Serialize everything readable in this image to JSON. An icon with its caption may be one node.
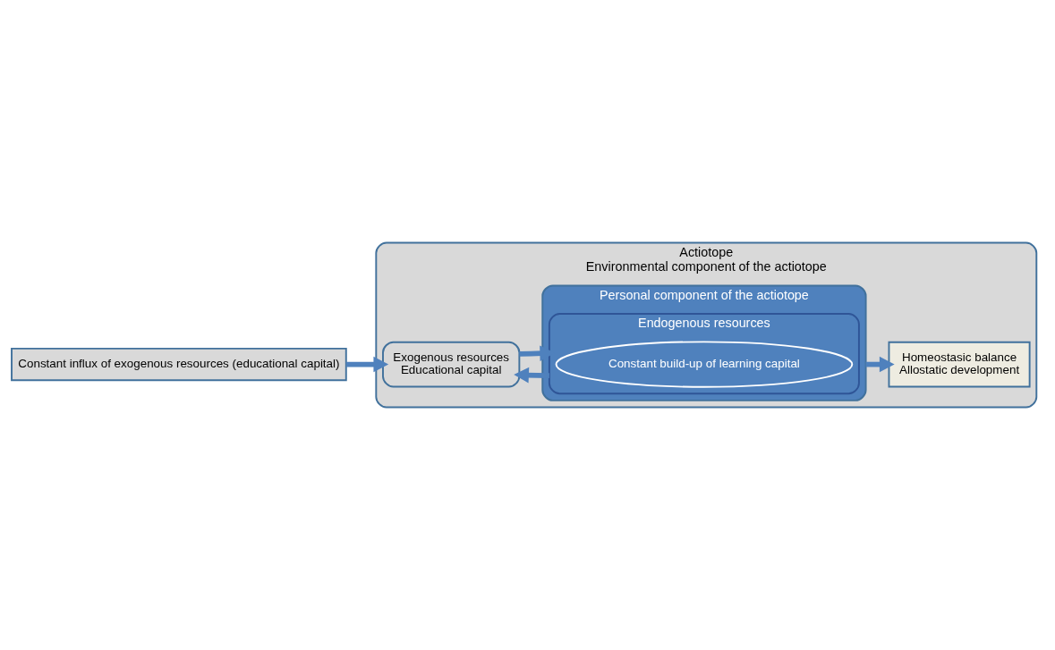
{
  "diagram": {
    "nodes": [
      {
        "text": [
          "Actiotope",
          "Environmental component of the actiotope"
        ]
      },
      {
        "text": [
          "Constant influx of exogenous resources (educational capital)"
        ]
      },
      {
        "text": [
          "Exogenous resources",
          "Educational capital"
        ],
        "in": 0
      },
      {
        "text": [
          "Personal component of the actiotope"
        ],
        "in": 0
      },
      {
        "text": [
          "Endogenous resources"
        ],
        "in": 3
      },
      {
        "text": [
          "Constant build-up of learning capital"
        ],
        "in": 4
      },
      {
        "text": [
          "Homeostasic balance",
          "Allostatic development"
        ],
        "in": 0
      }
    ],
    "edges": [
      {
        "from": 1,
        "to": 2,
        "arrow": "to"
      },
      {
        "from": 2,
        "to": 4,
        "arrow": "to"
      },
      {
        "from": 4,
        "to": 2,
        "arrow": "to"
      },
      {
        "from": 3,
        "to": 6,
        "arrow": "to"
      }
    ]
  }
}
